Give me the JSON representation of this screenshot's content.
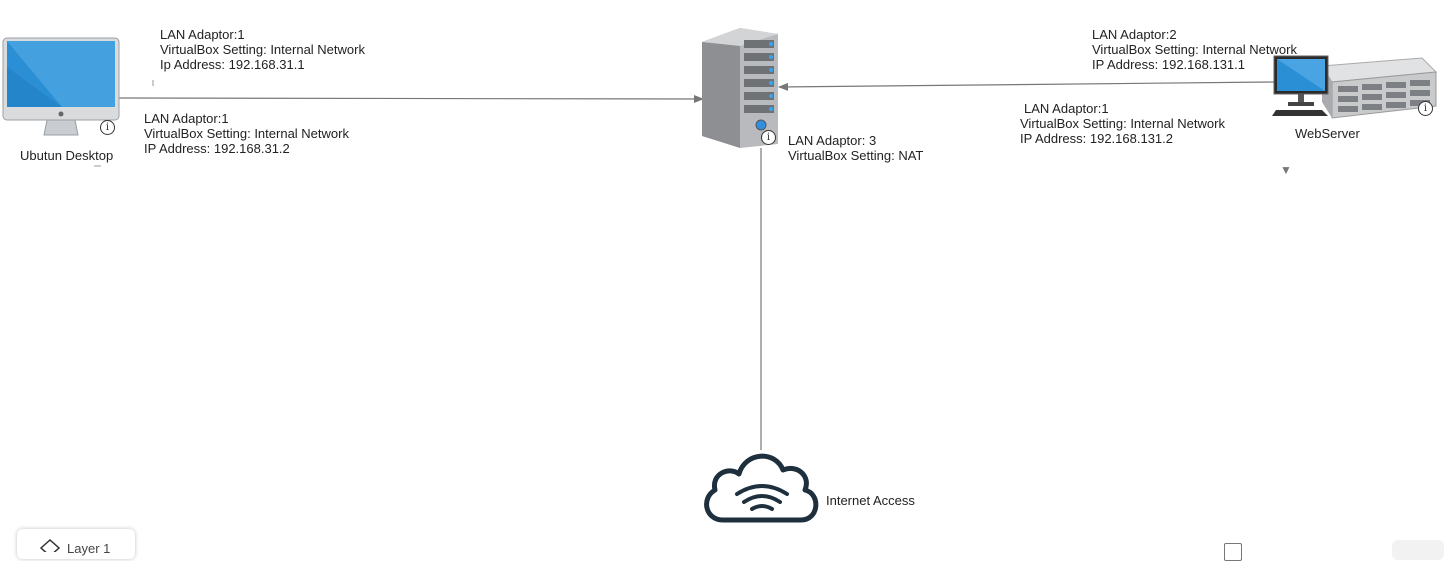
{
  "nodes": {
    "desktop": {
      "caption": "Ubutun Desktop"
    },
    "webserver": {
      "caption": "WebServer"
    },
    "cloud": {
      "caption": "Internet Access"
    }
  },
  "labels": {
    "desktop_top": [
      "LAN Adaptor:1",
      "VirtualBox Setting: Internal Network",
      "Ip Address: 192.168.31.1"
    ],
    "desktop_bottom": [
      "LAN Adaptor:1",
      "VirtualBox Setting: Internal Network",
      "IP Address: 192.168.31.2"
    ],
    "router_nat": [
      "LAN Adaptor: 3",
      "VirtualBox Setting: NAT"
    ],
    "webserver_top": [
      "LAN Adaptor:2",
      "VirtualBox Setting: Internal Network",
      "IP Address: 192.168.131.1"
    ],
    "webserver_bottom": [
      "LAN Adaptor:1",
      "VirtualBox Setting: Internal Network",
      "IP Address: 192.168.131.2"
    ]
  },
  "info_glyph": "i",
  "dropdown_glyph": "▼",
  "layer_tab": {
    "label": "Layer 1"
  },
  "icons": [
    "monitor-icon",
    "server-tower-icon",
    "rack-server-icon",
    "cloud-wifi-icon",
    "info-icon",
    "layer-icon"
  ],
  "colors": {
    "wire": "#777777",
    "cloud": "#1e2f3d",
    "screen": "#2b8fd6"
  }
}
